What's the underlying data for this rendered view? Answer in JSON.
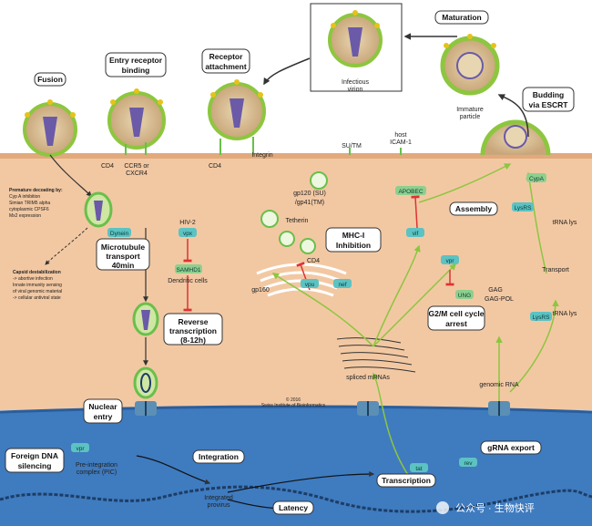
{
  "labels": {
    "fusion": "Fusion",
    "entry_receptor_1": "Entry receptor",
    "entry_receptor_2": "binding",
    "receptor_attach_1": "Receptor",
    "receptor_attach_2": "attachment",
    "maturation": "Maturation",
    "budding_1": "Budding",
    "budding_2": "via ESCRT",
    "microtubule_1": "Microtubule",
    "microtubule_2": "transport",
    "microtubule_3": "40min",
    "reverse_1": "Reverse",
    "reverse_2": "transcription",
    "reverse_3": "(8-12h)",
    "mhc_1": "MHC-I",
    "mhc_2": "Inhibition",
    "assembly": "Assembly",
    "g2m_1": "G2/M cell cycle",
    "g2m_2": "arrest",
    "nuclear_entry_1": "Nuclear",
    "nuclear_entry_2": "entry",
    "foreign_1": "Foreign DNA",
    "foreign_2": "silencing",
    "integration": "Integration",
    "latency": "Latency",
    "transcription": "Transcription",
    "grna_export": "gRNA export"
  },
  "proteins": {
    "dynein": "Dynein",
    "vpx": "vpx",
    "samhd1": "SAMHD1",
    "vpu": "vpu",
    "nef": "nef",
    "vif": "vif",
    "apobec": "APOBEC",
    "vpr": "vpr",
    "ung": "UNG",
    "lysrs": "LysRS",
    "cypa": "CypA",
    "tat": "tat",
    "rev": "rev"
  },
  "text": {
    "cd4": "CD4",
    "ccr5": "CCR5 or",
    "cxcr4": "CXCR4",
    "integrin": "Integrin",
    "su_tm": "SU/TM",
    "host": "host",
    "icam": "ICAM-1",
    "infectious": "Infectious",
    "virion": "virion",
    "immature": "Immature",
    "particle": "particle",
    "gp120": "gp120 (SU)",
    "gp41": "/gp41(TM)",
    "tetherin": "Tetherin",
    "gp160": "gp160",
    "hiv2": "HIV-2",
    "dendritic": "Dendritic cells",
    "spliced": "spliced mRNAs",
    "gag": "GAG",
    "gag_pol": "GAG-POL",
    "genomic": "genomic RNA",
    "trna": "tRNA lys",
    "transport": "Transport",
    "pic_1": "Pre-integration",
    "pic_2": "complex (PIC)",
    "integrated_1": "Integrated",
    "integrated_2": "provirus",
    "copyright": "© 2016",
    "institute": "Swiss Institute of Bioinformatics"
  },
  "note": {
    "premature": "Premature decoating by:",
    "cypa": "Cyp A inhibition",
    "trim5": "Simian TRIM5 alpha",
    "cpsf6": "cytoplasmic CPSF6",
    "mx2": "Mx2 expression",
    "capsid": "Capsid destabilization",
    "abortive": "-> abortive infection",
    "innate_1": "Innate immunity sensing",
    "innate_2": "of viral genomic material",
    "innate_3": "-> cellular antiviral state"
  },
  "watermark": "公众号 · 生物快评"
}
